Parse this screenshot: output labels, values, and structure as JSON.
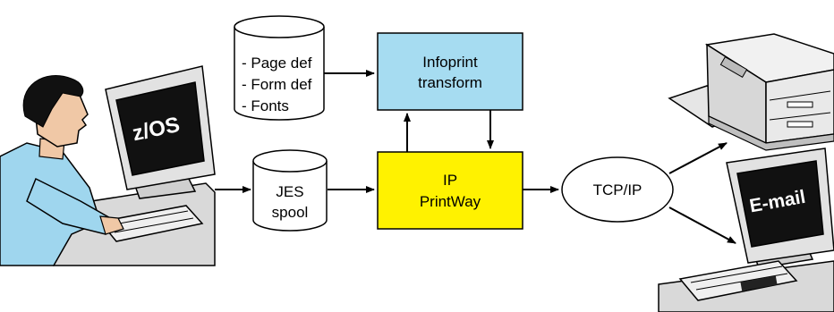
{
  "diagram": {
    "resources_cylinder": {
      "lines": [
        "- Page def",
        "- Form def",
        "- Fonts"
      ]
    },
    "infoprint_box": {
      "lines": [
        "Infoprint",
        "transform"
      ],
      "fill": "#a6dcf1"
    },
    "jes_cylinder": {
      "lines": [
        "JES",
        "spool"
      ]
    },
    "printway_box": {
      "lines": [
        "IP",
        "PrintWay"
      ],
      "fill": "#fff200"
    },
    "tcpip_ellipse": {
      "label": "TCP/IP"
    },
    "zos_screen": {
      "label": "z/OS"
    },
    "email_screen": {
      "label": "E-mail"
    },
    "person_shirt_color": "#9fd6ee",
    "person_skin_color": "#f0c8a6",
    "equipment_color": "#d7d7d7"
  }
}
